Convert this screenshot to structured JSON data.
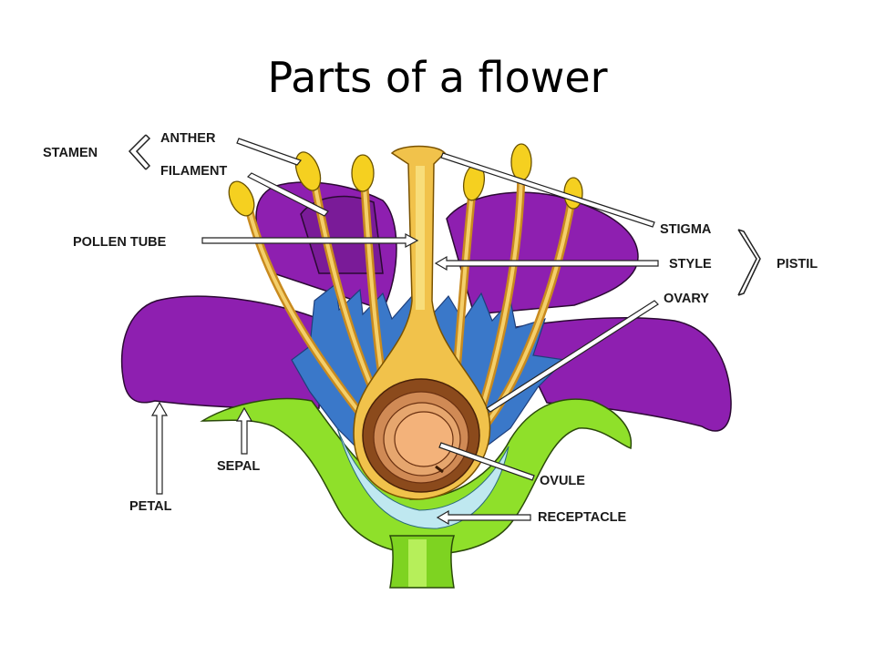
{
  "title": "Parts of a flower",
  "labels": {
    "stamen": "STAMEN",
    "anther": "ANTHER",
    "filament": "FILAMENT",
    "pollen_tube": "POLLEN TUBE",
    "stigma": "STIGMA",
    "style": "STYLE",
    "pistil": "PISTIL",
    "ovary": "OVARY",
    "sepal": "SEPAL",
    "petal": "PETAL",
    "ovule": "OVULE",
    "receptacle": "RECEPTACLE"
  },
  "colors": {
    "petal": "#8e1fb0",
    "petal_dark": "#5a0f72",
    "sepal": "#8fe02a",
    "receptacle": "#bfe8f0",
    "inner_blue": "#3a78c9",
    "pollen": "#f5d020",
    "filament": "#e8b23c",
    "ovary_outer": "#f1c24b",
    "ovary_brown": "#8b4a1c",
    "ovule": "#f3b27a"
  }
}
